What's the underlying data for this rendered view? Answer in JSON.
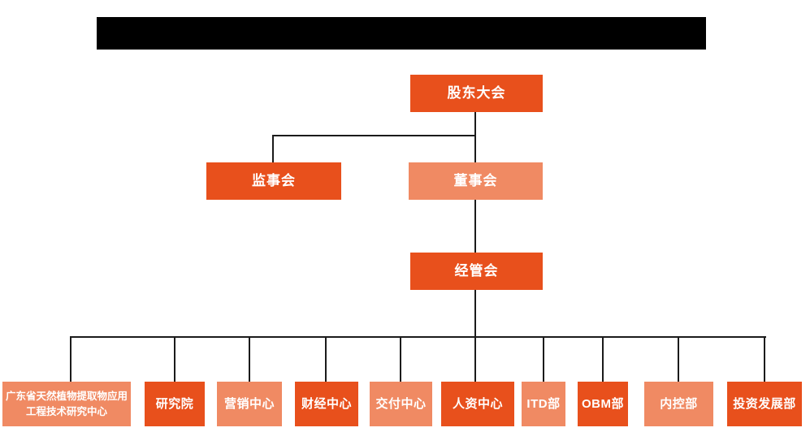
{
  "page": {
    "background_color": "#ffffff",
    "header": {
      "type": "redacted-black-bar",
      "text": ""
    }
  },
  "colors": {
    "node_primary": "#E8501C",
    "node_secondary": "#F08A63",
    "node_text": "#ffffff",
    "connector_line": "#1b1b1b",
    "redaction": "#000000"
  },
  "org_chart": {
    "type": "organizational-chart",
    "levels": {
      "level1": {
        "label": "股东大会",
        "variant": "primary"
      },
      "level2": [
        {
          "label": "监事会",
          "variant": "primary"
        },
        {
          "label": "董事会",
          "variant": "secondary"
        }
      ],
      "level3": {
        "label": "经管会",
        "variant": "primary"
      }
    },
    "departments": [
      {
        "label": "广东省天然植物提取物应用工程技术研究中心",
        "variant": "secondary"
      },
      {
        "label": "研究院",
        "variant": "primary"
      },
      {
        "label": "营销中心",
        "variant": "secondary"
      },
      {
        "label": "财经中心",
        "variant": "primary"
      },
      {
        "label": "交付中心",
        "variant": "secondary"
      },
      {
        "label": "人资中心",
        "variant": "primary"
      },
      {
        "label": "ITD部",
        "variant": "secondary"
      },
      {
        "label": "OBM部",
        "variant": "primary"
      },
      {
        "label": "内控部",
        "variant": "secondary"
      },
      {
        "label": "投资发展部",
        "variant": "primary"
      }
    ]
  }
}
